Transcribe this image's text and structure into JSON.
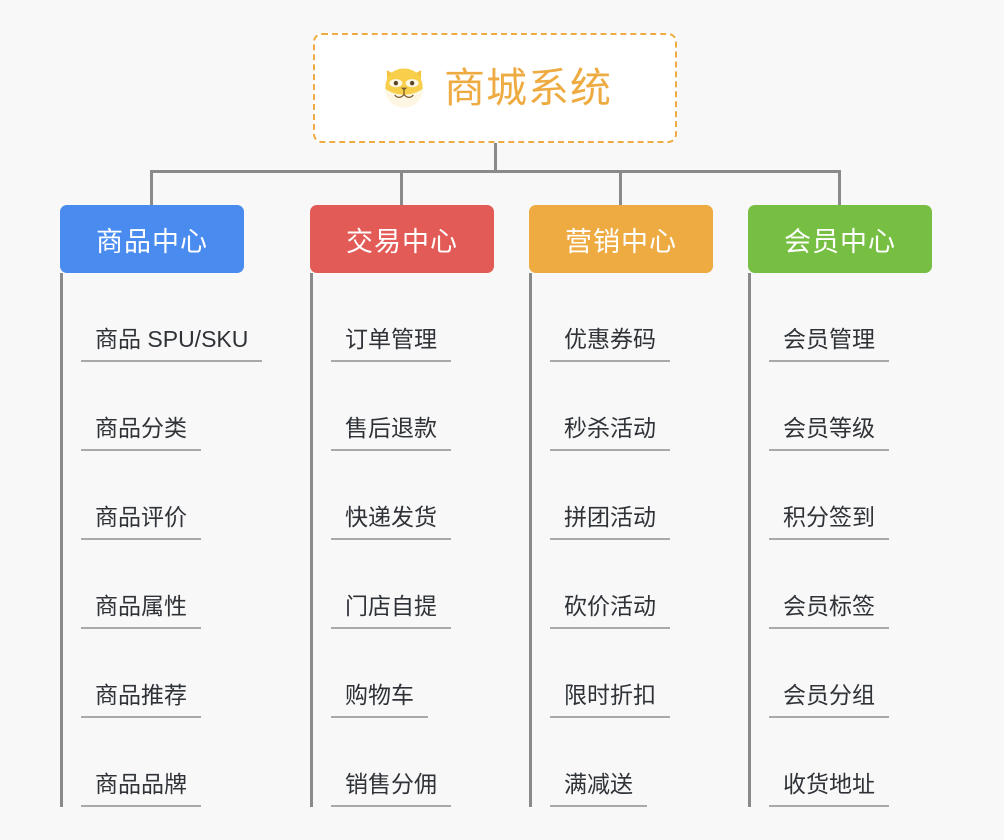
{
  "page": {
    "background_color": "#f8f8f8",
    "type": "mindmap-org-chart"
  },
  "root": {
    "title": "商城系统",
    "icon": "shiba-dog-face-icon",
    "border_color": "#eeab42",
    "text_color": "#eeab42",
    "background_color": "#ffffff",
    "border_style": "dashed"
  },
  "connector": {
    "color": "#8a8a8a"
  },
  "branches": [
    {
      "label": "商品中心",
      "color": "#4a8bef",
      "items": [
        "商品 SPU/SKU",
        "商品分类",
        "商品评价",
        "商品属性",
        "商品推荐",
        "商品品牌"
      ]
    },
    {
      "label": "交易中心",
      "color": "#e35b56",
      "items": [
        "订单管理",
        "售后退款",
        "快递发货",
        "门店自提",
        "购物车",
        "销售分佣"
      ]
    },
    {
      "label": "营销中心",
      "color": "#edab42",
      "items": [
        "优惠券码",
        "秒杀活动",
        "拼团活动",
        "砍价活动",
        "限时折扣",
        "满减送"
      ]
    },
    {
      "label": "会员中心",
      "color": "#77bf42",
      "items": [
        "会员管理",
        "会员等级",
        "积分签到",
        "会员标签",
        "会员分组",
        "收货地址"
      ]
    }
  ]
}
